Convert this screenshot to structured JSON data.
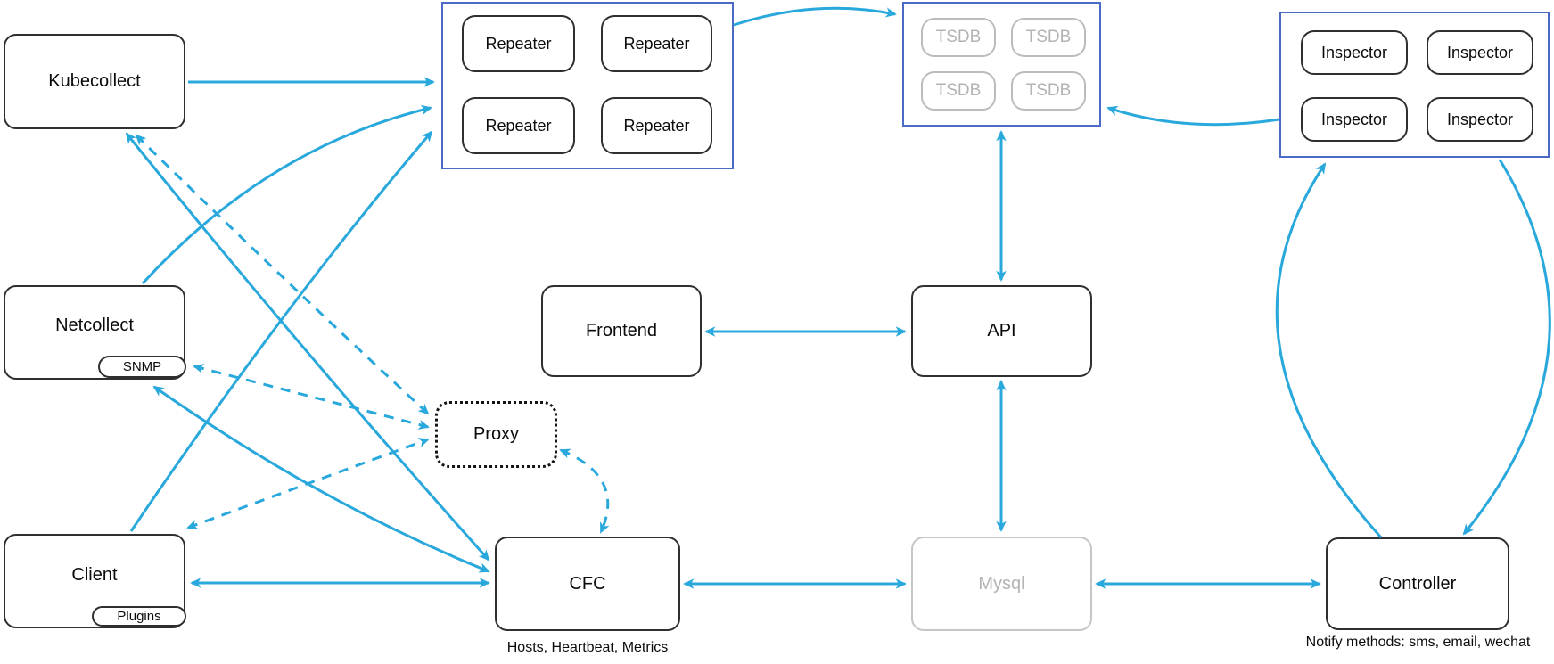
{
  "diagram": {
    "nodes": {
      "kubecollect": {
        "label": "Kubecollect"
      },
      "netcollect": {
        "label": "Netcollect",
        "badge": "SNMP"
      },
      "client": {
        "label": "Client",
        "badge": "Plugins"
      },
      "frontend": {
        "label": "Frontend"
      },
      "api": {
        "label": "API"
      },
      "proxy": {
        "label": "Proxy"
      },
      "cfc": {
        "label": "CFC",
        "caption": "Hosts, Heartbeat, Metrics"
      },
      "mysql": {
        "label": "Mysql"
      },
      "controller": {
        "label": "Controller",
        "caption": "Notify methods: sms, email, wechat"
      }
    },
    "clusters": {
      "repeaters": {
        "items": [
          "Repeater",
          "Repeater",
          "Repeater",
          "Repeater"
        ]
      },
      "tsdb": {
        "items": [
          "TSDB",
          "TSDB",
          "TSDB",
          "TSDB"
        ]
      },
      "inspectors": {
        "items": [
          "Inspector",
          "Inspector",
          "Inspector",
          "Inspector"
        ]
      }
    },
    "edges": [
      {
        "from": "Kubecollect",
        "to": "Repeater cluster",
        "style": "solid",
        "arrows": "one-way"
      },
      {
        "from": "Netcollect",
        "to": "Repeater cluster",
        "style": "solid",
        "arrows": "one-way"
      },
      {
        "from": "Client",
        "to": "Repeater cluster",
        "style": "solid",
        "arrows": "one-way"
      },
      {
        "from": "Repeater cluster",
        "to": "TSDB cluster",
        "style": "solid",
        "arrows": "one-way"
      },
      {
        "from": "Inspector cluster",
        "to": "TSDB cluster",
        "style": "solid",
        "arrows": "one-way"
      },
      {
        "from": "TSDB cluster",
        "to": "API",
        "style": "solid",
        "arrows": "two-way"
      },
      {
        "from": "Frontend",
        "to": "API",
        "style": "solid",
        "arrows": "two-way"
      },
      {
        "from": "API",
        "to": "Mysql",
        "style": "solid",
        "arrows": "two-way"
      },
      {
        "from": "CFC",
        "to": "Mysql",
        "style": "solid",
        "arrows": "two-way"
      },
      {
        "from": "Mysql",
        "to": "Controller",
        "style": "solid",
        "arrows": "two-way"
      },
      {
        "from": "Controller",
        "to": "Inspector cluster",
        "style": "solid",
        "arrows": "one-way"
      },
      {
        "from": "Inspector cluster",
        "to": "Controller",
        "style": "solid",
        "arrows": "one-way"
      },
      {
        "from": "Kubecollect",
        "to": "CFC",
        "style": "solid",
        "arrows": "two-way"
      },
      {
        "from": "Netcollect",
        "to": "CFC",
        "style": "solid",
        "arrows": "two-way"
      },
      {
        "from": "Client",
        "to": "CFC",
        "style": "solid",
        "arrows": "two-way"
      },
      {
        "from": "Kubecollect",
        "to": "Proxy",
        "style": "dashed",
        "arrows": "two-way"
      },
      {
        "from": "Netcollect",
        "to": "Proxy",
        "style": "dashed",
        "arrows": "two-way"
      },
      {
        "from": "Client",
        "to": "Proxy",
        "style": "dashed",
        "arrows": "two-way"
      },
      {
        "from": "Proxy",
        "to": "CFC",
        "style": "dashed",
        "arrows": "two-way"
      }
    ],
    "colors": {
      "arrow": "#29a8dc",
      "cluster_border": "#4b6ac6",
      "node_border": "#2f2f2f",
      "muted_gray": "#b3b3b3"
    }
  }
}
